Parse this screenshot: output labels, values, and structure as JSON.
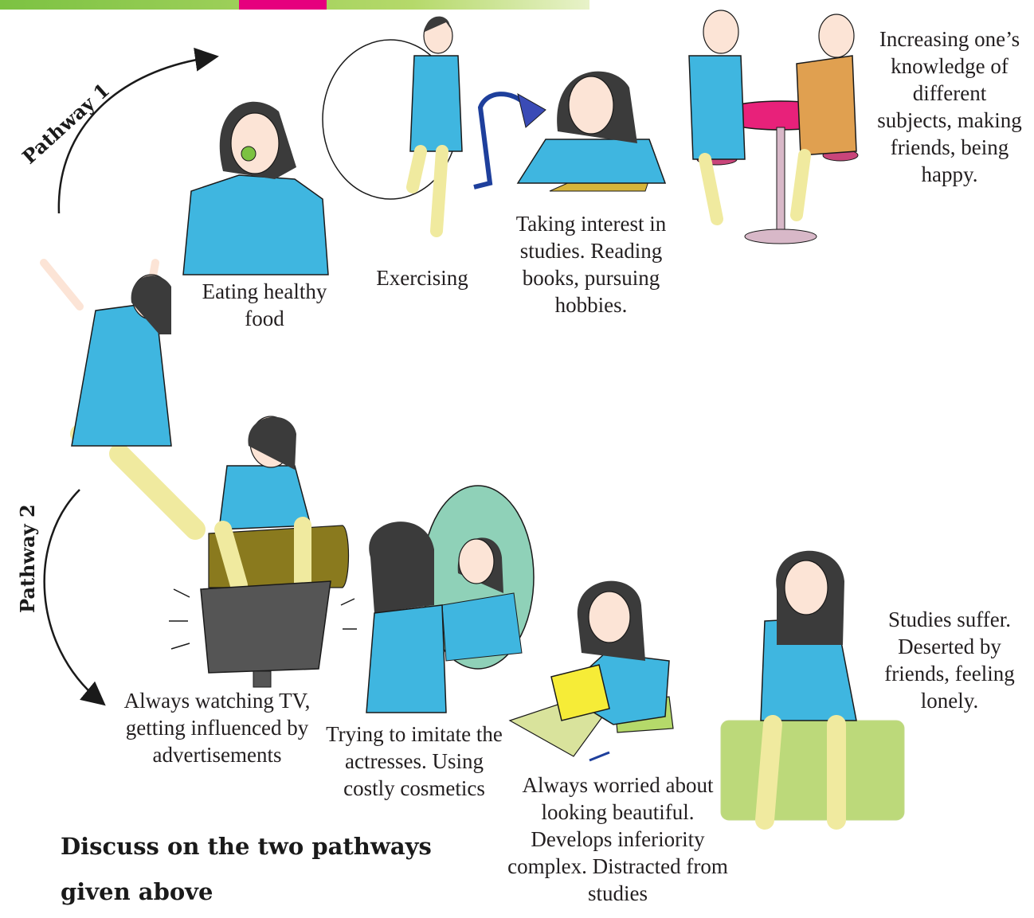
{
  "pathway1": {
    "label": "Pathway 1",
    "steps": [
      {
        "caption": "Eating healthy food"
      },
      {
        "caption": "Exercising"
      },
      {
        "caption": "Taking interest in studies. Reading books, pursuing hobbies."
      },
      {
        "caption": "Increasing one’s knowledge of different subjects, making friends, being happy."
      }
    ]
  },
  "pathway2": {
    "label": "Pathway 2",
    "steps": [
      {
        "caption": "Always watching TV, getting influenced by advertisements"
      },
      {
        "caption": "Trying to imitate the actresses. Using costly cosmetics"
      },
      {
        "caption": "Always worried about looking beautiful. Develops inferiority complex. Distracted from studies"
      },
      {
        "caption": "Studies suffer. Deserted by friends, feeling lonely."
      }
    ]
  },
  "discussion": "Discuss on the two pathways given above",
  "colors": {
    "kurta": "#3fb6e0",
    "pants": "#f0ea9f",
    "hair": "#3b3b3b",
    "skin": "#fce4d6",
    "table": "#e8217a",
    "stool": "#c9457a",
    "friend_kurta": "#e0a050",
    "sofa_olive": "#8a7a1e",
    "sofa_green": "#bcd97a",
    "book_yellow": "#f6ec37",
    "mirror": "#8fd1b8"
  }
}
